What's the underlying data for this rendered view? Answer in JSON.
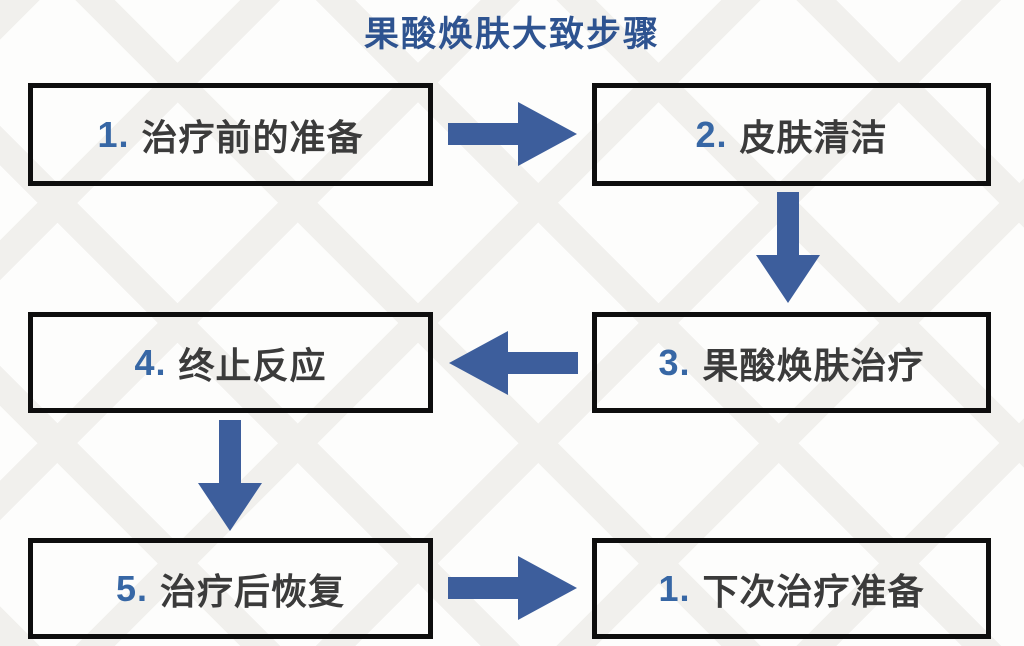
{
  "title": "果酸焕肤大致步骤",
  "colors": {
    "accent_blue": "#3d5e9c",
    "title_blue": "#2e5390",
    "number_blue": "#3767a5",
    "text_dark": "#3b3b3b",
    "box_border": "#0e0e0e",
    "background": "#fdfdfc",
    "watermark": "#f1f0ed"
  },
  "steps": [
    {
      "number": "1.",
      "label": "治疗前的准备"
    },
    {
      "number": "2.",
      "label": "皮肤清洁"
    },
    {
      "number": "3.",
      "label": "果酸焕肤治疗"
    },
    {
      "number": "4.",
      "label": "终止反应"
    },
    {
      "number": "5.",
      "label": "治疗后恢复"
    },
    {
      "number": "1.",
      "label": "下次治疗准备"
    }
  ],
  "arrows": [
    {
      "from": "治疗前的准备",
      "to": "皮肤清洁",
      "direction": "right"
    },
    {
      "from": "皮肤清洁",
      "to": "果酸焕肤治疗",
      "direction": "down"
    },
    {
      "from": "果酸焕肤治疗",
      "to": "终止反应",
      "direction": "left"
    },
    {
      "from": "终止反应",
      "to": "治疗后恢复",
      "direction": "down"
    },
    {
      "from": "治疗后恢复",
      "to": "下次治疗准备",
      "direction": "right"
    }
  ]
}
